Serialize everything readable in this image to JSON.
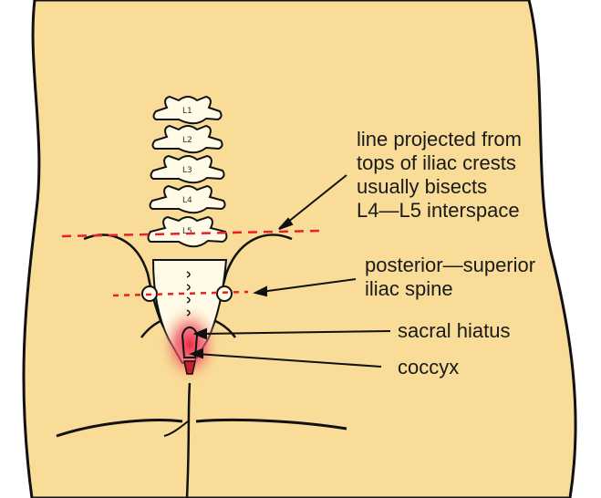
{
  "labels": {
    "crest_line": [
      "line projected from",
      "tops of iliac crests",
      "usually bisects",
      "L4—L5 interspace"
    ],
    "psis": [
      "posterior—superior",
      "iliac spine"
    ],
    "sacral_hiatus": "sacral hiatus",
    "coccyx": "coccyx"
  },
  "vertebra_labels": [
    "L1",
    "L2",
    "L3",
    "L4",
    "L5"
  ],
  "colors": {
    "skin": "#f8dc97",
    "outline": "#111111",
    "bone": "#fffbe6",
    "dashed_line": "#e8202a",
    "highlight": "#e0303c"
  }
}
